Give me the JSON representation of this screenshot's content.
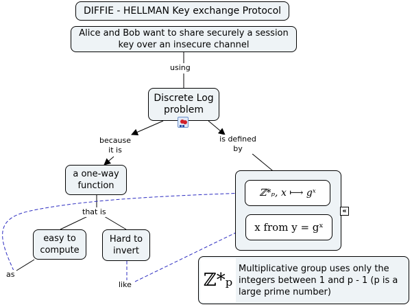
{
  "title": "DIFFIE - HELLMAN Key exchange Protocol",
  "nodes": {
    "goal": "Alice and Bob want to share securely a session key over an insecure channel",
    "discrete_log": "Discrete Log problem",
    "one_way": "a one-way function",
    "easy": "easy to compute",
    "hard": "Hard to invert",
    "map_formula": "ℤ*ₚ,  x ⟼ gˣ",
    "invert_formula": "x from y = gˣ",
    "note_symbol": "ℤ*ₚ",
    "note_text": "Multiplicative group uses only the integers between 1 and p - 1 (p is a large prime number)"
  },
  "links": {
    "using": "using",
    "because": "because it is",
    "defined": "is defined by",
    "that_is": "that is",
    "as": "as",
    "like": "like"
  },
  "icons": {
    "resource": "concept-map-resource-icon",
    "collapse": "«"
  },
  "colors": {
    "node_fill": "#eef3f6",
    "dashed_link": "#2a2ac0"
  }
}
